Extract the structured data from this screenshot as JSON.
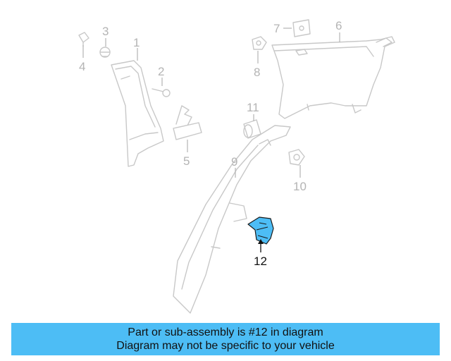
{
  "diagram": {
    "colors": {
      "highlight": "#4dbdf5",
      "ghost_line": "#c8c8c8",
      "ghost_label": "#b4b4b4",
      "main_label": "#111111"
    },
    "callouts": [
      {
        "id": "1",
        "label": "1",
        "highlighted": false
      },
      {
        "id": "2",
        "label": "2",
        "highlighted": false
      },
      {
        "id": "3",
        "label": "3",
        "highlighted": false
      },
      {
        "id": "4",
        "label": "4",
        "highlighted": false
      },
      {
        "id": "5",
        "label": "5",
        "highlighted": false
      },
      {
        "id": "6",
        "label": "6",
        "highlighted": false
      },
      {
        "id": "7",
        "label": "7",
        "highlighted": false
      },
      {
        "id": "8",
        "label": "8",
        "highlighted": false
      },
      {
        "id": "9",
        "label": "9",
        "highlighted": false
      },
      {
        "id": "10",
        "label": "10",
        "highlighted": false
      },
      {
        "id": "11",
        "label": "11",
        "highlighted": false
      },
      {
        "id": "12",
        "label": "12",
        "highlighted": true
      }
    ]
  },
  "banner": {
    "line1": "Part or sub-assembly is #12 in diagram",
    "line2": "Diagram may not be specific to your vehicle",
    "background": "#4dbdf5"
  }
}
